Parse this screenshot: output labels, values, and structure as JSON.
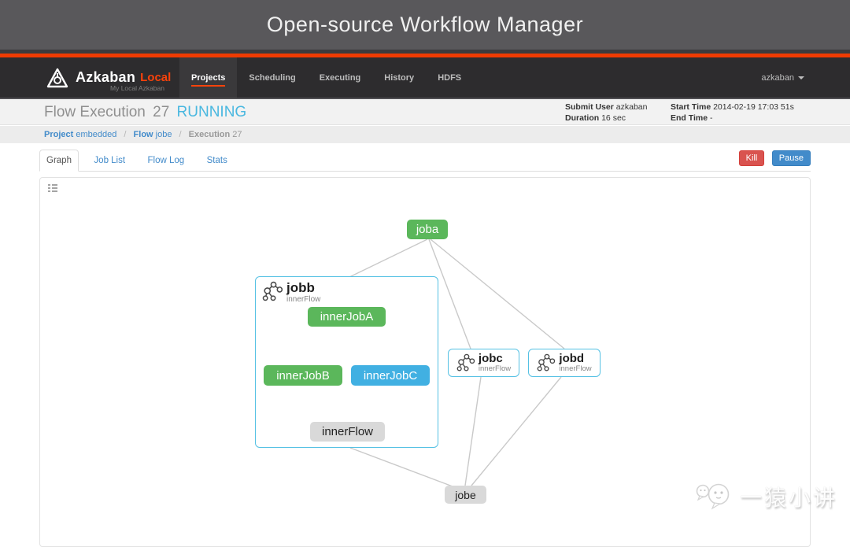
{
  "banner": {
    "title": "Open-source Workflow Manager"
  },
  "navbar": {
    "brand": "Azkaban",
    "brand_mode": "Local",
    "brand_subtitle": "My Local Azkaban",
    "items": [
      {
        "label": "Projects",
        "active": true
      },
      {
        "label": "Scheduling",
        "active": false
      },
      {
        "label": "Executing",
        "active": false
      },
      {
        "label": "History",
        "active": false
      },
      {
        "label": "HDFS",
        "active": false
      }
    ],
    "user": "azkaban"
  },
  "header": {
    "title": "Flow Execution",
    "execution_id": "27",
    "status": "RUNNING",
    "meta_left": [
      {
        "label": "Submit User",
        "value": "azkaban"
      },
      {
        "label": "Duration",
        "value": "16 sec"
      }
    ],
    "meta_right": [
      {
        "label": "Start Time",
        "value": "2014-02-19 17:03 51s"
      },
      {
        "label": "End Time",
        "value": "-"
      }
    ]
  },
  "breadcrumb": {
    "separator": "/",
    "items": [
      {
        "label": "Project",
        "value": "embedded",
        "link": true
      },
      {
        "label": "Flow",
        "value": "jobe",
        "link": true
      },
      {
        "label": "Execution",
        "value": "27",
        "link": false
      }
    ]
  },
  "tabs": [
    {
      "label": "Graph",
      "active": true
    },
    {
      "label": "Job List",
      "active": false
    },
    {
      "label": "Flow Log",
      "active": false
    },
    {
      "label": "Stats",
      "active": false
    }
  ],
  "actions": {
    "kill": "Kill",
    "pause": "Pause"
  },
  "graph": {
    "nodes": {
      "joba": {
        "label": "joba",
        "status": "success"
      },
      "jobb": {
        "label": "jobb",
        "flow": "innerFlow",
        "type": "embedded-flow",
        "expanded": true
      },
      "innerJobA": {
        "label": "innerJobA",
        "status": "success"
      },
      "innerJobB": {
        "label": "innerJobB",
        "status": "success"
      },
      "innerJobC": {
        "label": "innerJobC",
        "status": "running"
      },
      "innerFlow": {
        "label": "innerFlow",
        "status": "ready"
      },
      "jobc": {
        "label": "jobc",
        "flow": "innerFlow",
        "type": "embedded-flow",
        "expanded": false
      },
      "jobd": {
        "label": "jobd",
        "flow": "innerFlow",
        "type": "embedded-flow",
        "expanded": false
      },
      "jobe": {
        "label": "jobe",
        "status": "ready"
      }
    },
    "edges": [
      [
        "joba",
        "jobb"
      ],
      [
        "joba",
        "jobc"
      ],
      [
        "joba",
        "jobd"
      ],
      [
        "jobb.innerJobA",
        "jobb.innerJobB"
      ],
      [
        "jobb.innerJobA",
        "jobb.innerJobC"
      ],
      [
        "jobb.innerJobB",
        "jobb.innerFlow"
      ],
      [
        "jobb.innerJobC",
        "jobb.innerFlow"
      ],
      [
        "jobb",
        "jobe"
      ],
      [
        "jobc",
        "jobe"
      ],
      [
        "jobd",
        "jobe"
      ]
    ],
    "status_colors": {
      "success": "#5bb75b",
      "running": "#41b0e2",
      "ready": "#d9d9d9"
    }
  },
  "watermark": {
    "text": "一猿小讲"
  },
  "colors": {
    "accent_orange": "#ef3b02",
    "link_blue": "#428bca",
    "status_running_text": "#4ab8e0",
    "kill_red": "#d9534f",
    "pause_blue": "#428bca",
    "flow_border": "#55c1e4"
  }
}
